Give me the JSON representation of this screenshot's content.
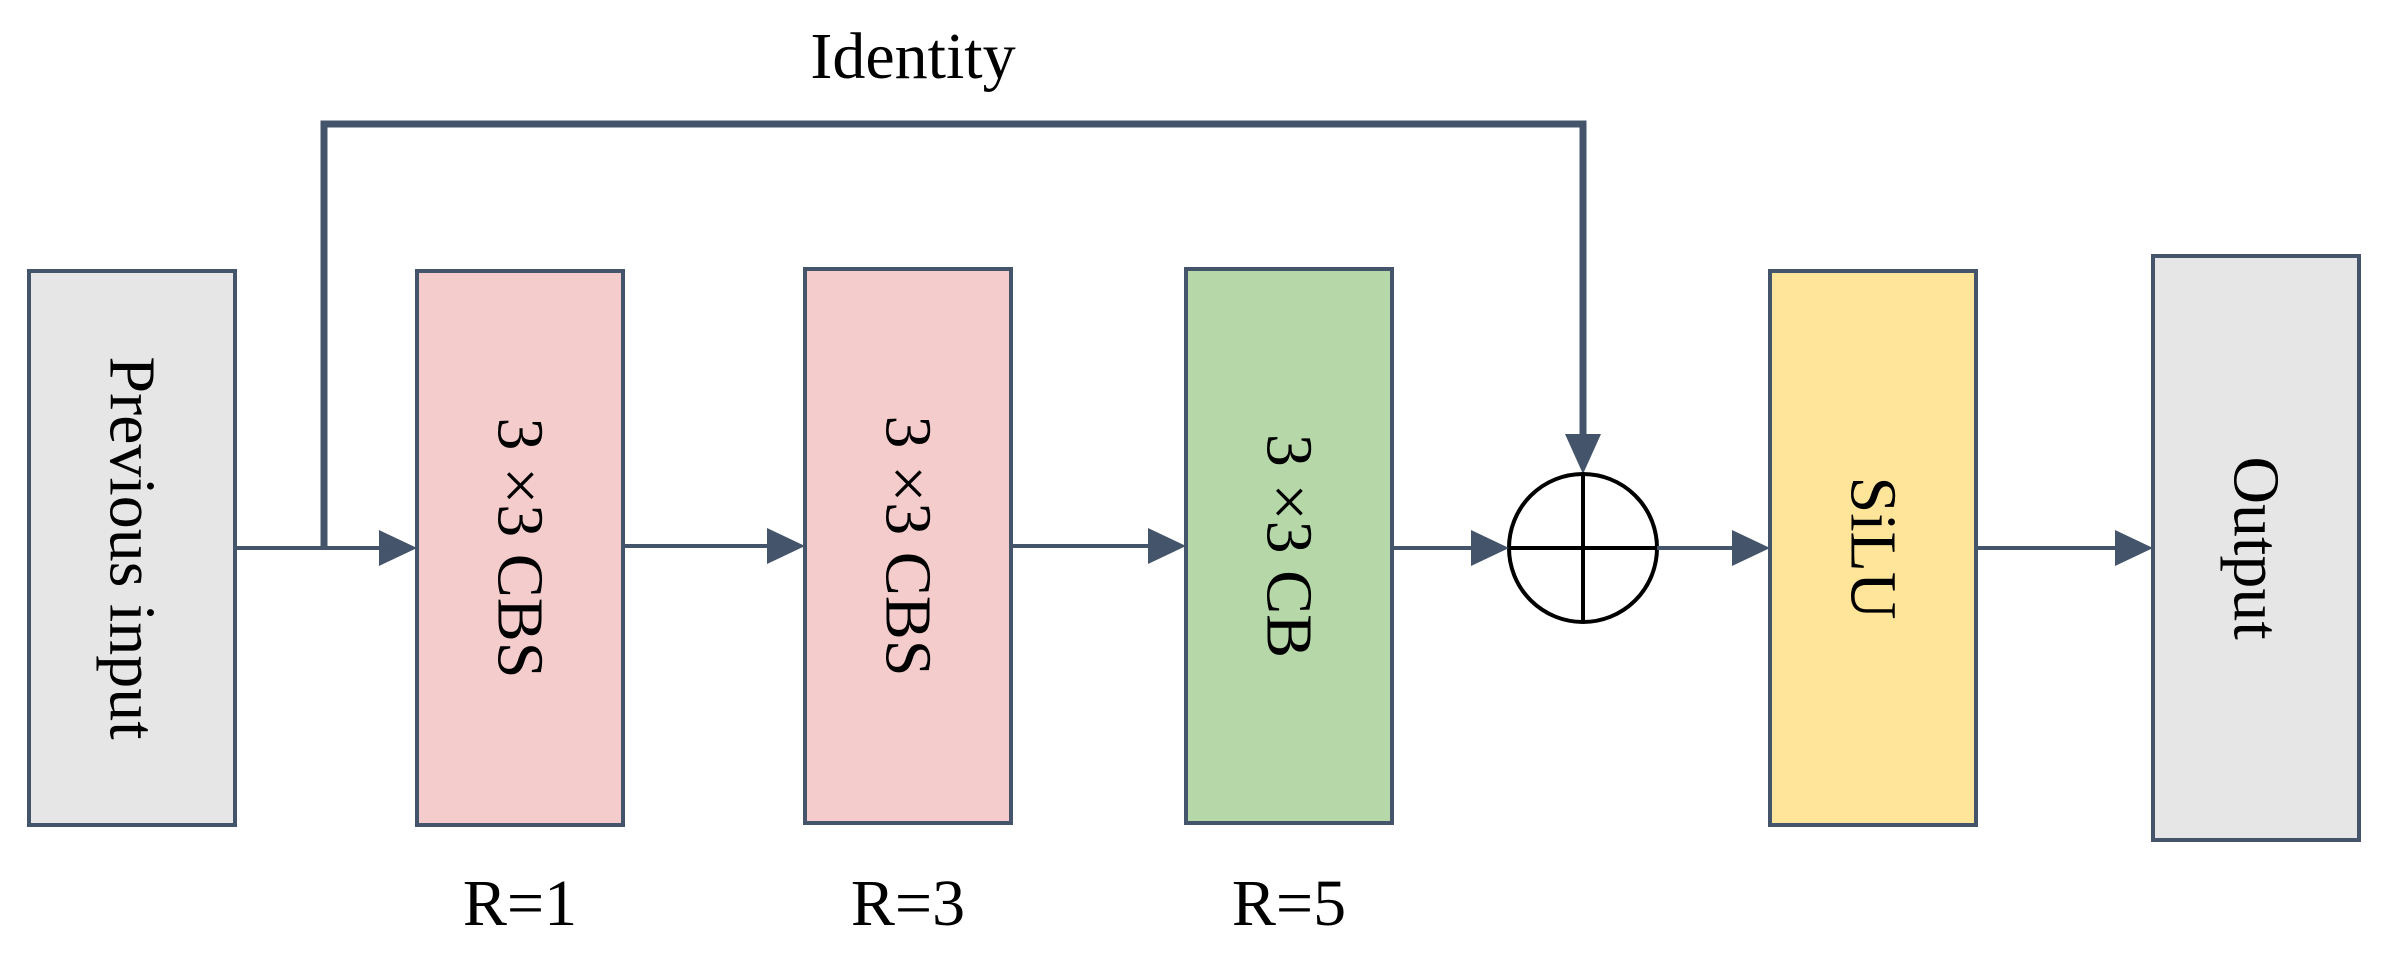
{
  "diagram": {
    "identity_label": "Identity",
    "blocks": {
      "previous_input": "Previous input",
      "cbs_1": "3 ×3 CBS",
      "cbs_2": "3 ×3 CBS",
      "cb": "3 ×3 CB",
      "silu": "SiLU",
      "output": "Output"
    },
    "rate_labels": {
      "r1": "R=1",
      "r3": "R=3",
      "r5": "R=5"
    }
  },
  "colors": {
    "line": "#44546a",
    "input_fill": "#e7e6e6",
    "cbs_fill": "#f4cccc",
    "cb_fill": "#b6d7a8",
    "silu_fill": "#ffe599",
    "output_fill": "#e7e6e6"
  }
}
